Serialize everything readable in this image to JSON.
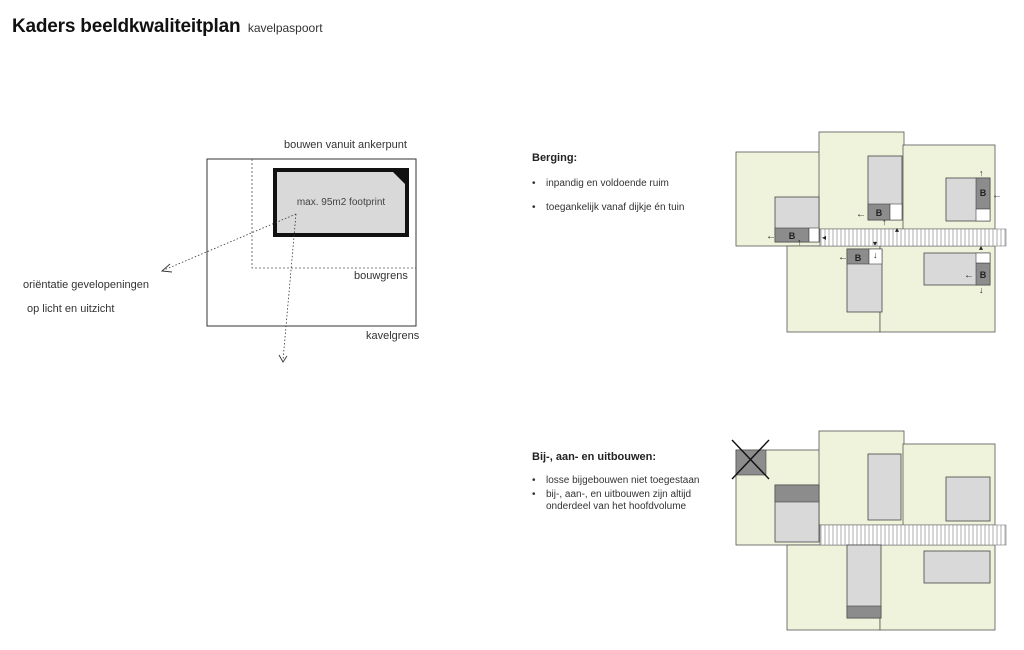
{
  "header": {
    "title": "Kaders beeldkwaliteitplan",
    "subtitle": "kavelpaspoort"
  },
  "plot_diagram": {
    "anchor_label": "bouwen vanuit ankerpunt",
    "footprint_label": "max. 95m2 footprint",
    "bouwgrens_label": "bouwgrens",
    "kavelgrens_label": "kavelgrens",
    "orientation_line1": "oriëntatie gevelopeningen",
    "orientation_line2": "op licht en uitzicht"
  },
  "berging": {
    "heading": "Berging:",
    "bullets": [
      "inpandig en voldoende ruim",
      "toegankelijk vanaf dijkje én tuin"
    ],
    "storage_label": "B"
  },
  "bijbouwen": {
    "heading": "Bij-, aan- en uitbouwen:",
    "bullets": [
      "losse bijgebouwen niet toegestaan",
      "bij-, aan-, en uitbouwen zijn altijd onderdeel van het hoofdvolume"
    ]
  },
  "colors": {
    "plot_fill": "#f0f3dc",
    "building_fill": "#d9d9da",
    "storage_fill": "#8c8c8c",
    "outline": "#555555"
  }
}
